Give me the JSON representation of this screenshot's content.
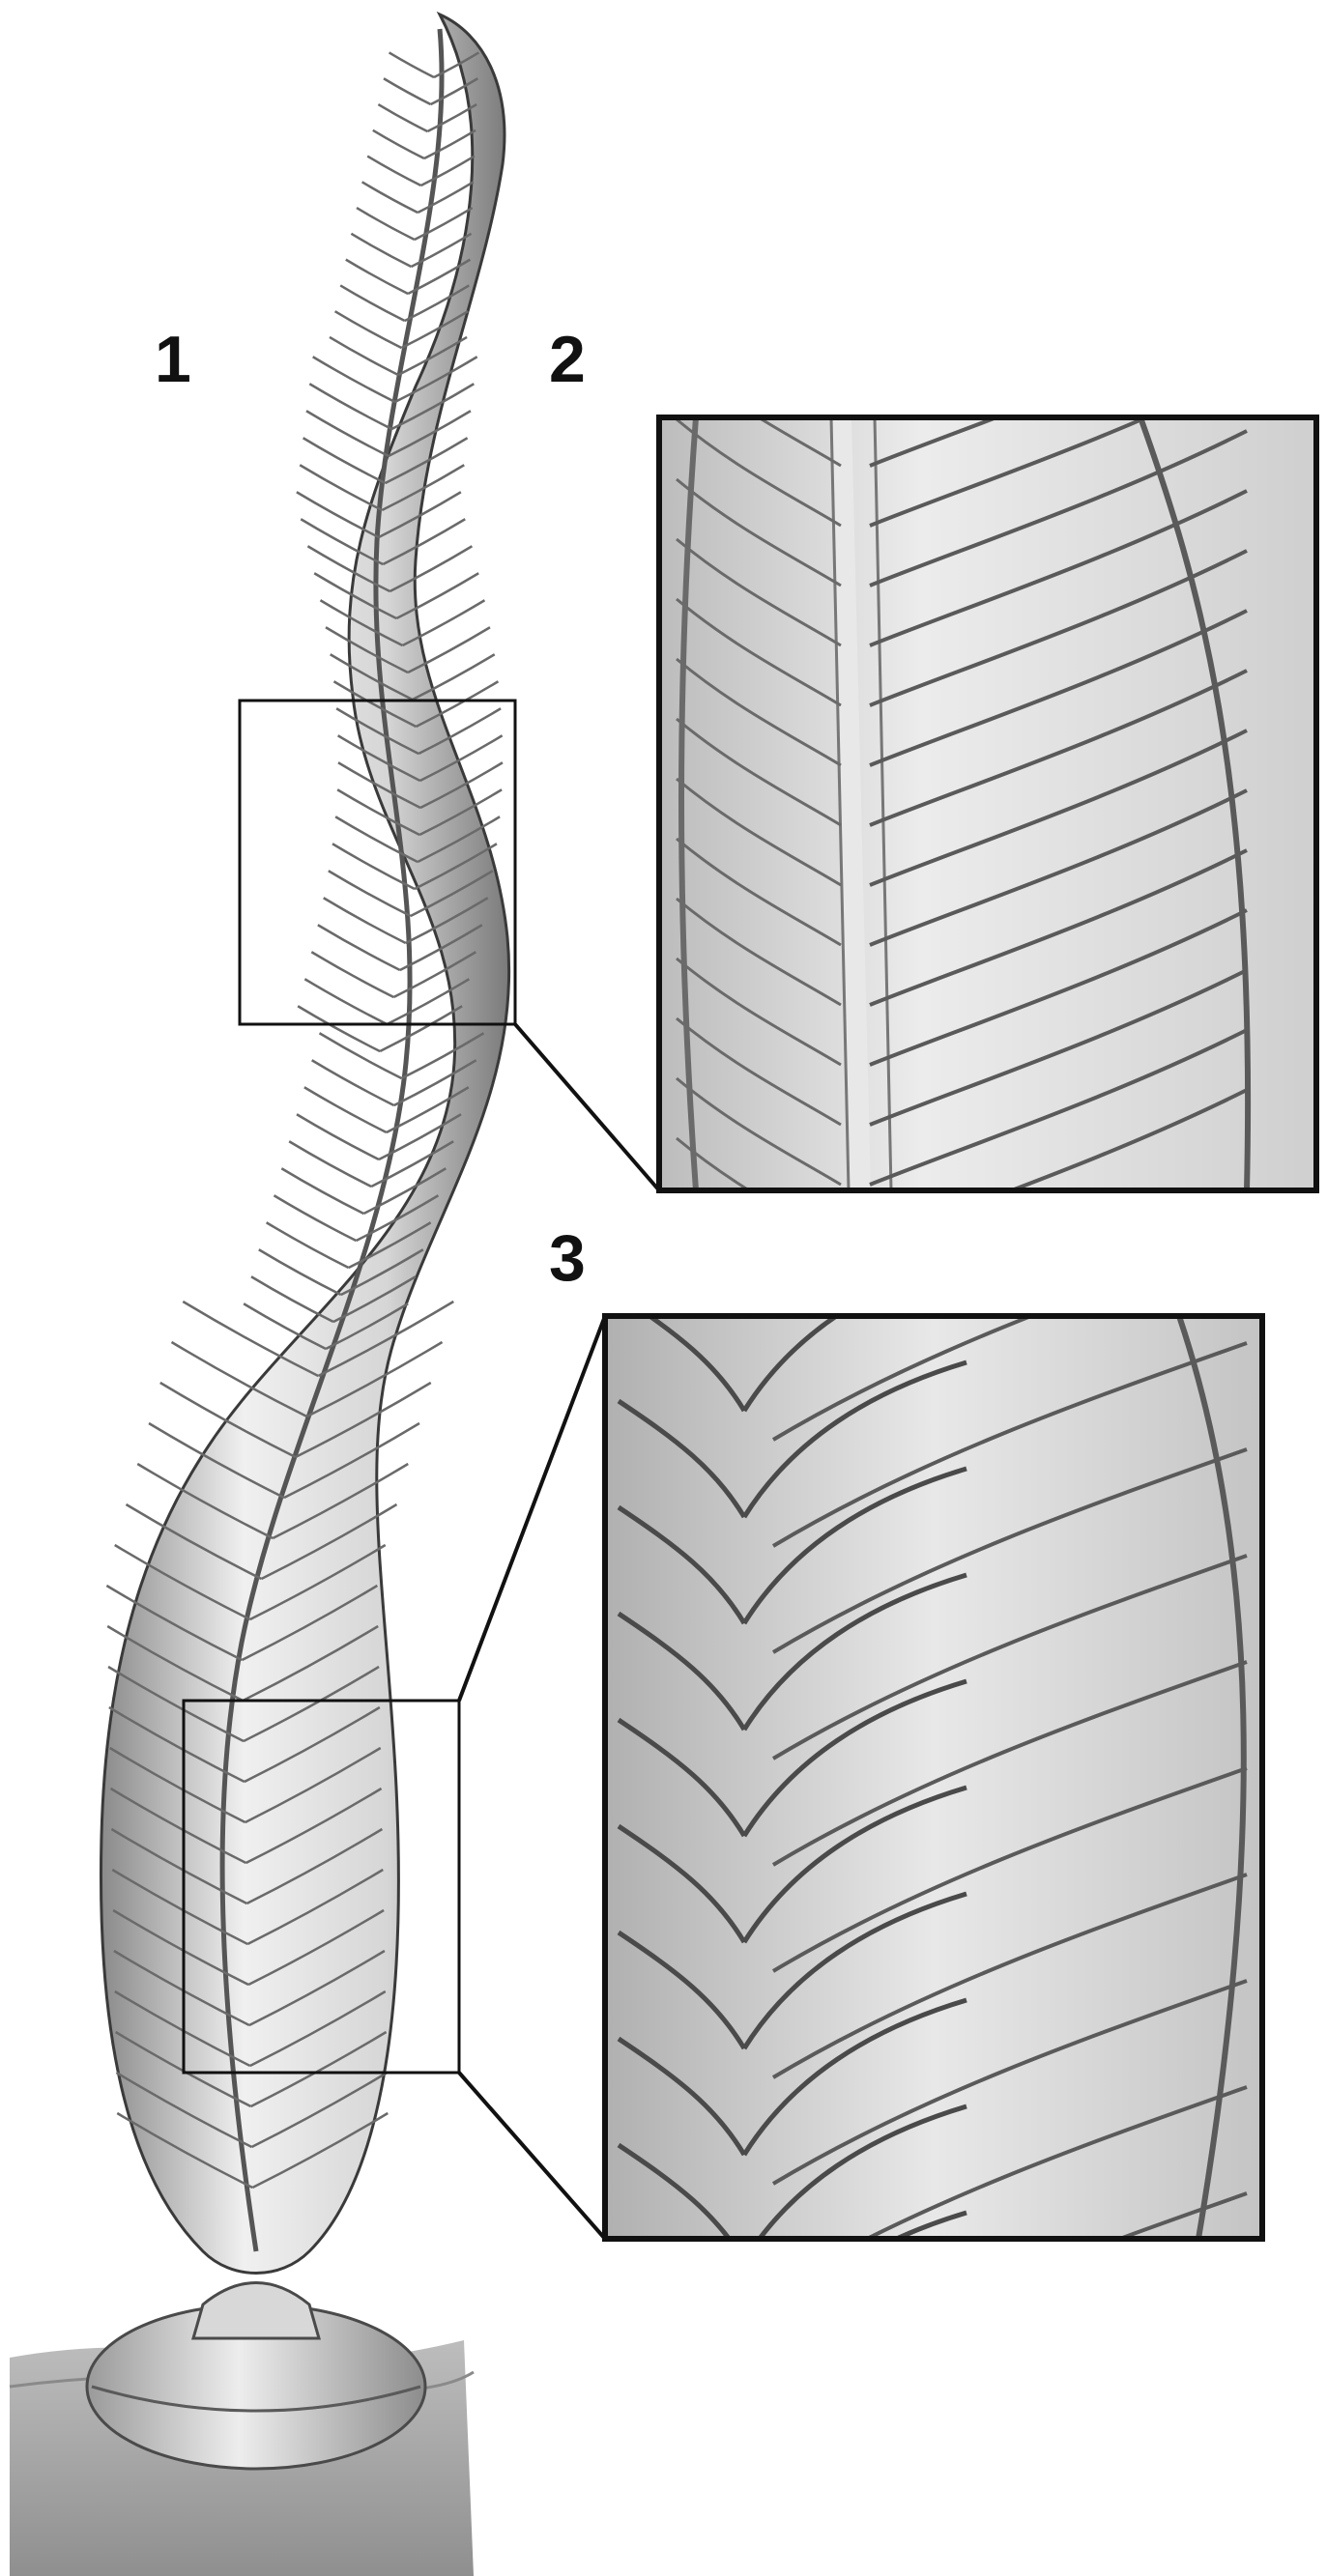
{
  "panels": [
    {
      "id": "1",
      "label": "1"
    },
    {
      "id": "2",
      "label": "2"
    },
    {
      "id": "3",
      "label": "3"
    }
  ],
  "colors": {
    "background": "#ffffff",
    "ink": "#111111",
    "organism_light": "#f2f2f2",
    "organism_mid": "#c9c9c9",
    "organism_dark": "#7d7d7d",
    "sediment": "#a8a8a8"
  }
}
